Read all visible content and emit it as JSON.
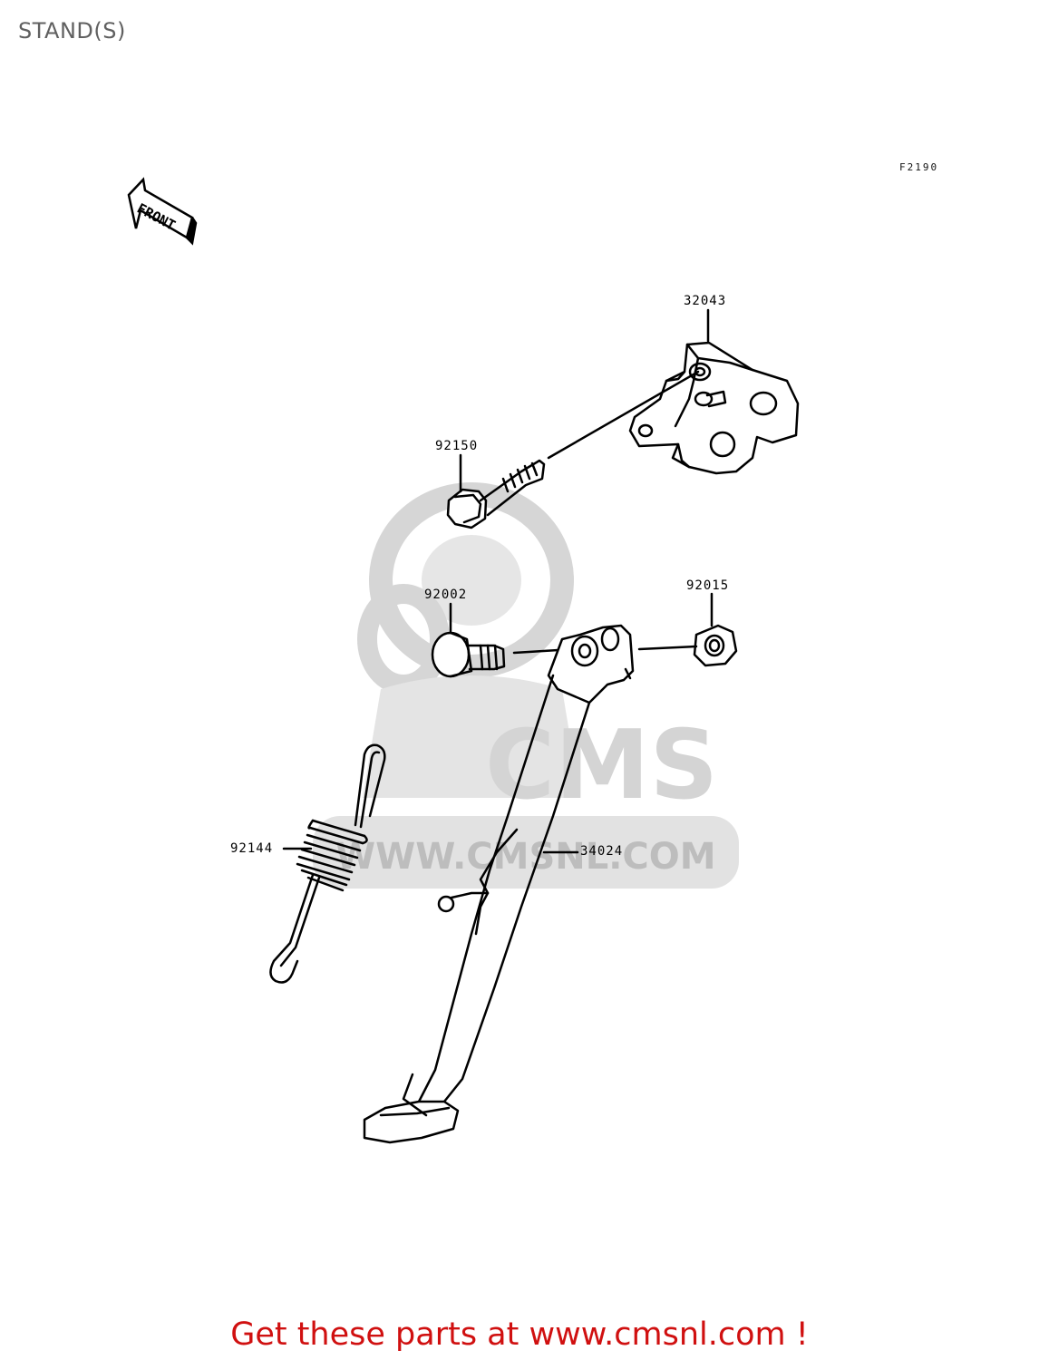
{
  "page": {
    "title": "STAND(S)",
    "figure_code": "F2190",
    "footer": "Get these parts at www.cmsnl.com !"
  },
  "front_badge": {
    "text": "FRONT"
  },
  "watermark": {
    "brand": "CMS",
    "url": "WWW.CMSNL.COM"
  },
  "parts": [
    {
      "number": "32043",
      "name": "bracket"
    },
    {
      "number": "92150",
      "name": "bolt"
    },
    {
      "number": "92002",
      "name": "bolt"
    },
    {
      "number": "92015",
      "name": "nut"
    },
    {
      "number": "92144",
      "name": "spring"
    },
    {
      "number": "34024",
      "name": "side-stand"
    }
  ],
  "colors": {
    "title": "#606060",
    "footer": "#d01010",
    "watermark": "#d9d9d9",
    "line": "#000000"
  }
}
